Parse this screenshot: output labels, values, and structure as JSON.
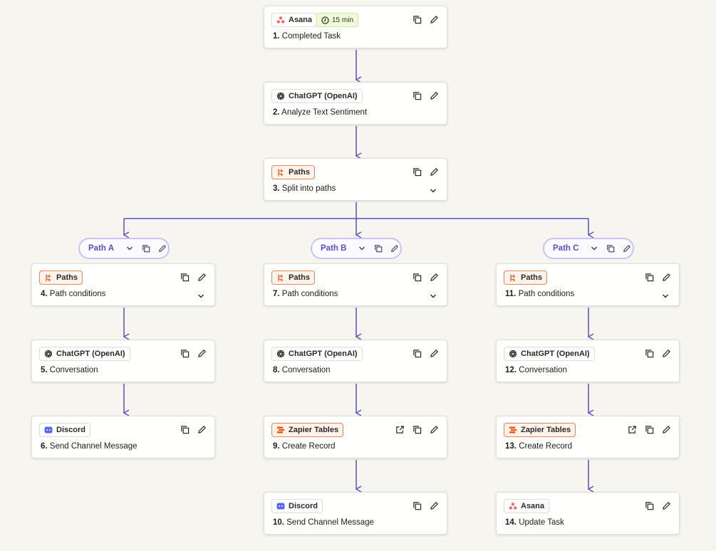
{
  "colors": {
    "canvas": "#f6f5f0",
    "connector": "#5b4fc4",
    "path_pill_border": "#c9c3ef",
    "path_pill_text": "#5a4fc4",
    "orange_chip_border": "#e8875a",
    "timer_chip_bg": "#eefadb"
  },
  "steps": {
    "s1": {
      "app": "Asana",
      "app_icon": "asana-icon",
      "timer": "15 min",
      "title_num": "1.",
      "title": "Completed Task"
    },
    "s2": {
      "app": "ChatGPT (OpenAI)",
      "app_icon": "openai-icon",
      "title_num": "2.",
      "title": "Analyze Text Sentiment"
    },
    "s3": {
      "app": "Paths",
      "app_icon": "paths-icon",
      "title_num": "3.",
      "title": "Split into paths"
    },
    "s4": {
      "app": "Paths",
      "app_icon": "paths-icon",
      "title_num": "4.",
      "title": "Path conditions"
    },
    "s5": {
      "app": "ChatGPT (OpenAI)",
      "app_icon": "openai-icon",
      "title_num": "5.",
      "title": "Conversation"
    },
    "s6": {
      "app": "Discord",
      "app_icon": "discord-icon",
      "title_num": "6.",
      "title": "Send Channel Message"
    },
    "s7": {
      "app": "Paths",
      "app_icon": "paths-icon",
      "title_num": "7.",
      "title": "Path conditions"
    },
    "s8": {
      "app": "ChatGPT (OpenAI)",
      "app_icon": "openai-icon",
      "title_num": "8.",
      "title": "Conversation"
    },
    "s9": {
      "app": "Zapier Tables",
      "app_icon": "zapier-tables-icon",
      "title_num": "9.",
      "title": "Create Record"
    },
    "s10": {
      "app": "Discord",
      "app_icon": "discord-icon",
      "title_num": "10.",
      "title": "Send Channel Message"
    },
    "s11": {
      "app": "Paths",
      "app_icon": "paths-icon",
      "title_num": "11.",
      "title": "Path conditions"
    },
    "s12": {
      "app": "ChatGPT (OpenAI)",
      "app_icon": "openai-icon",
      "title_num": "12.",
      "title": "Conversation"
    },
    "s13": {
      "app": "Zapier Tables",
      "app_icon": "zapier-tables-icon",
      "title_num": "13.",
      "title": "Create Record"
    },
    "s14": {
      "app": "Asana",
      "app_icon": "asana-icon",
      "title_num": "14.",
      "title": "Update Task"
    }
  },
  "paths": {
    "a": {
      "label": "Path A"
    },
    "b": {
      "label": "Path B"
    },
    "c": {
      "label": "Path C"
    }
  }
}
